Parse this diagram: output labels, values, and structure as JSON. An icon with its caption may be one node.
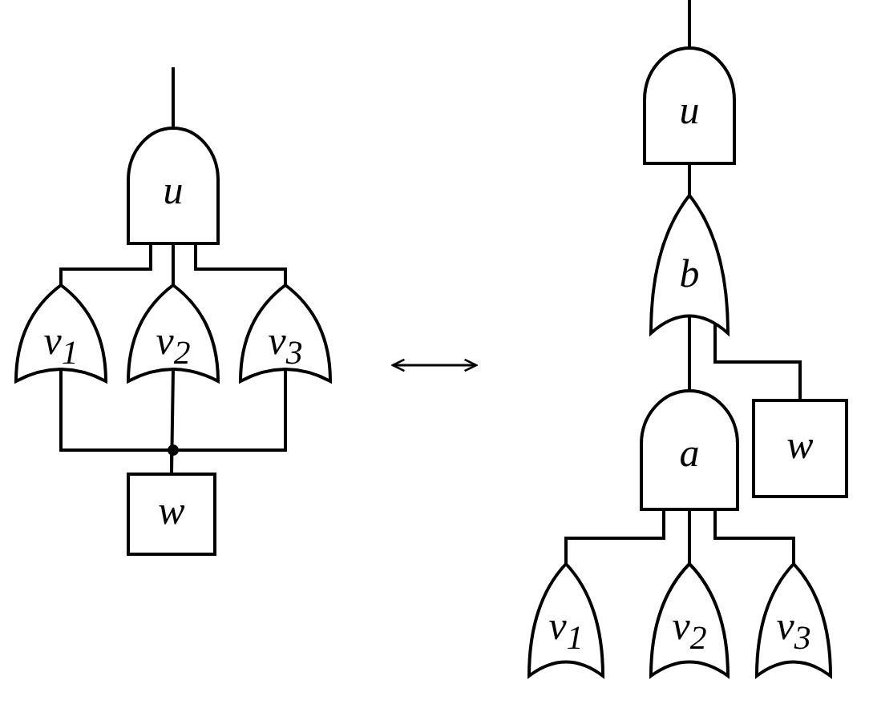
{
  "diagram": {
    "nodes": [
      {
        "text": [
          "u"
        ]
      },
      {
        "text": [
          "v$_{1}$"
        ]
      },
      {
        "text": [
          "v$_{2}$"
        ]
      },
      {
        "text": [
          "v$_{3}$"
        ]
      },
      {
        "text": [
          "w"
        ]
      },
      {
        "text": [
          "u"
        ]
      },
      {
        "text": [
          "b"
        ]
      },
      {
        "text": [
          "a"
        ]
      },
      {
        "text": [
          "w"
        ]
      },
      {
        "text": [
          "v$_{1}$"
        ]
      },
      {
        "text": [
          "v$_{2}$"
        ]
      },
      {
        "text": [
          "v$_{3}$"
        ]
      }
    ],
    "edges": [
      {
        "from": 0,
        "to": null,
        "arrow": "none"
      },
      {
        "from": 1,
        "to": 0,
        "arrow": "none"
      },
      {
        "from": 2,
        "to": 0,
        "arrow": "none"
      },
      {
        "from": 3,
        "to": 0,
        "arrow": "none"
      },
      {
        "from": 4,
        "to": 1,
        "arrow": "none"
      },
      {
        "from": 4,
        "to": 2,
        "arrow": "none"
      },
      {
        "from": 4,
        "to": 3,
        "arrow": "none"
      },
      {
        "from": 5,
        "to": null,
        "arrow": "none"
      },
      {
        "from": 6,
        "to": 5,
        "arrow": "none"
      },
      {
        "from": 7,
        "to": 6,
        "arrow": "none"
      },
      {
        "from": 8,
        "to": 6,
        "arrow": "none"
      },
      {
        "from": 9,
        "to": 7,
        "arrow": "none"
      },
      {
        "from": 10,
        "to": 7,
        "arrow": "none"
      },
      {
        "from": 11,
        "to": 7,
        "arrow": "none"
      }
    ]
  }
}
